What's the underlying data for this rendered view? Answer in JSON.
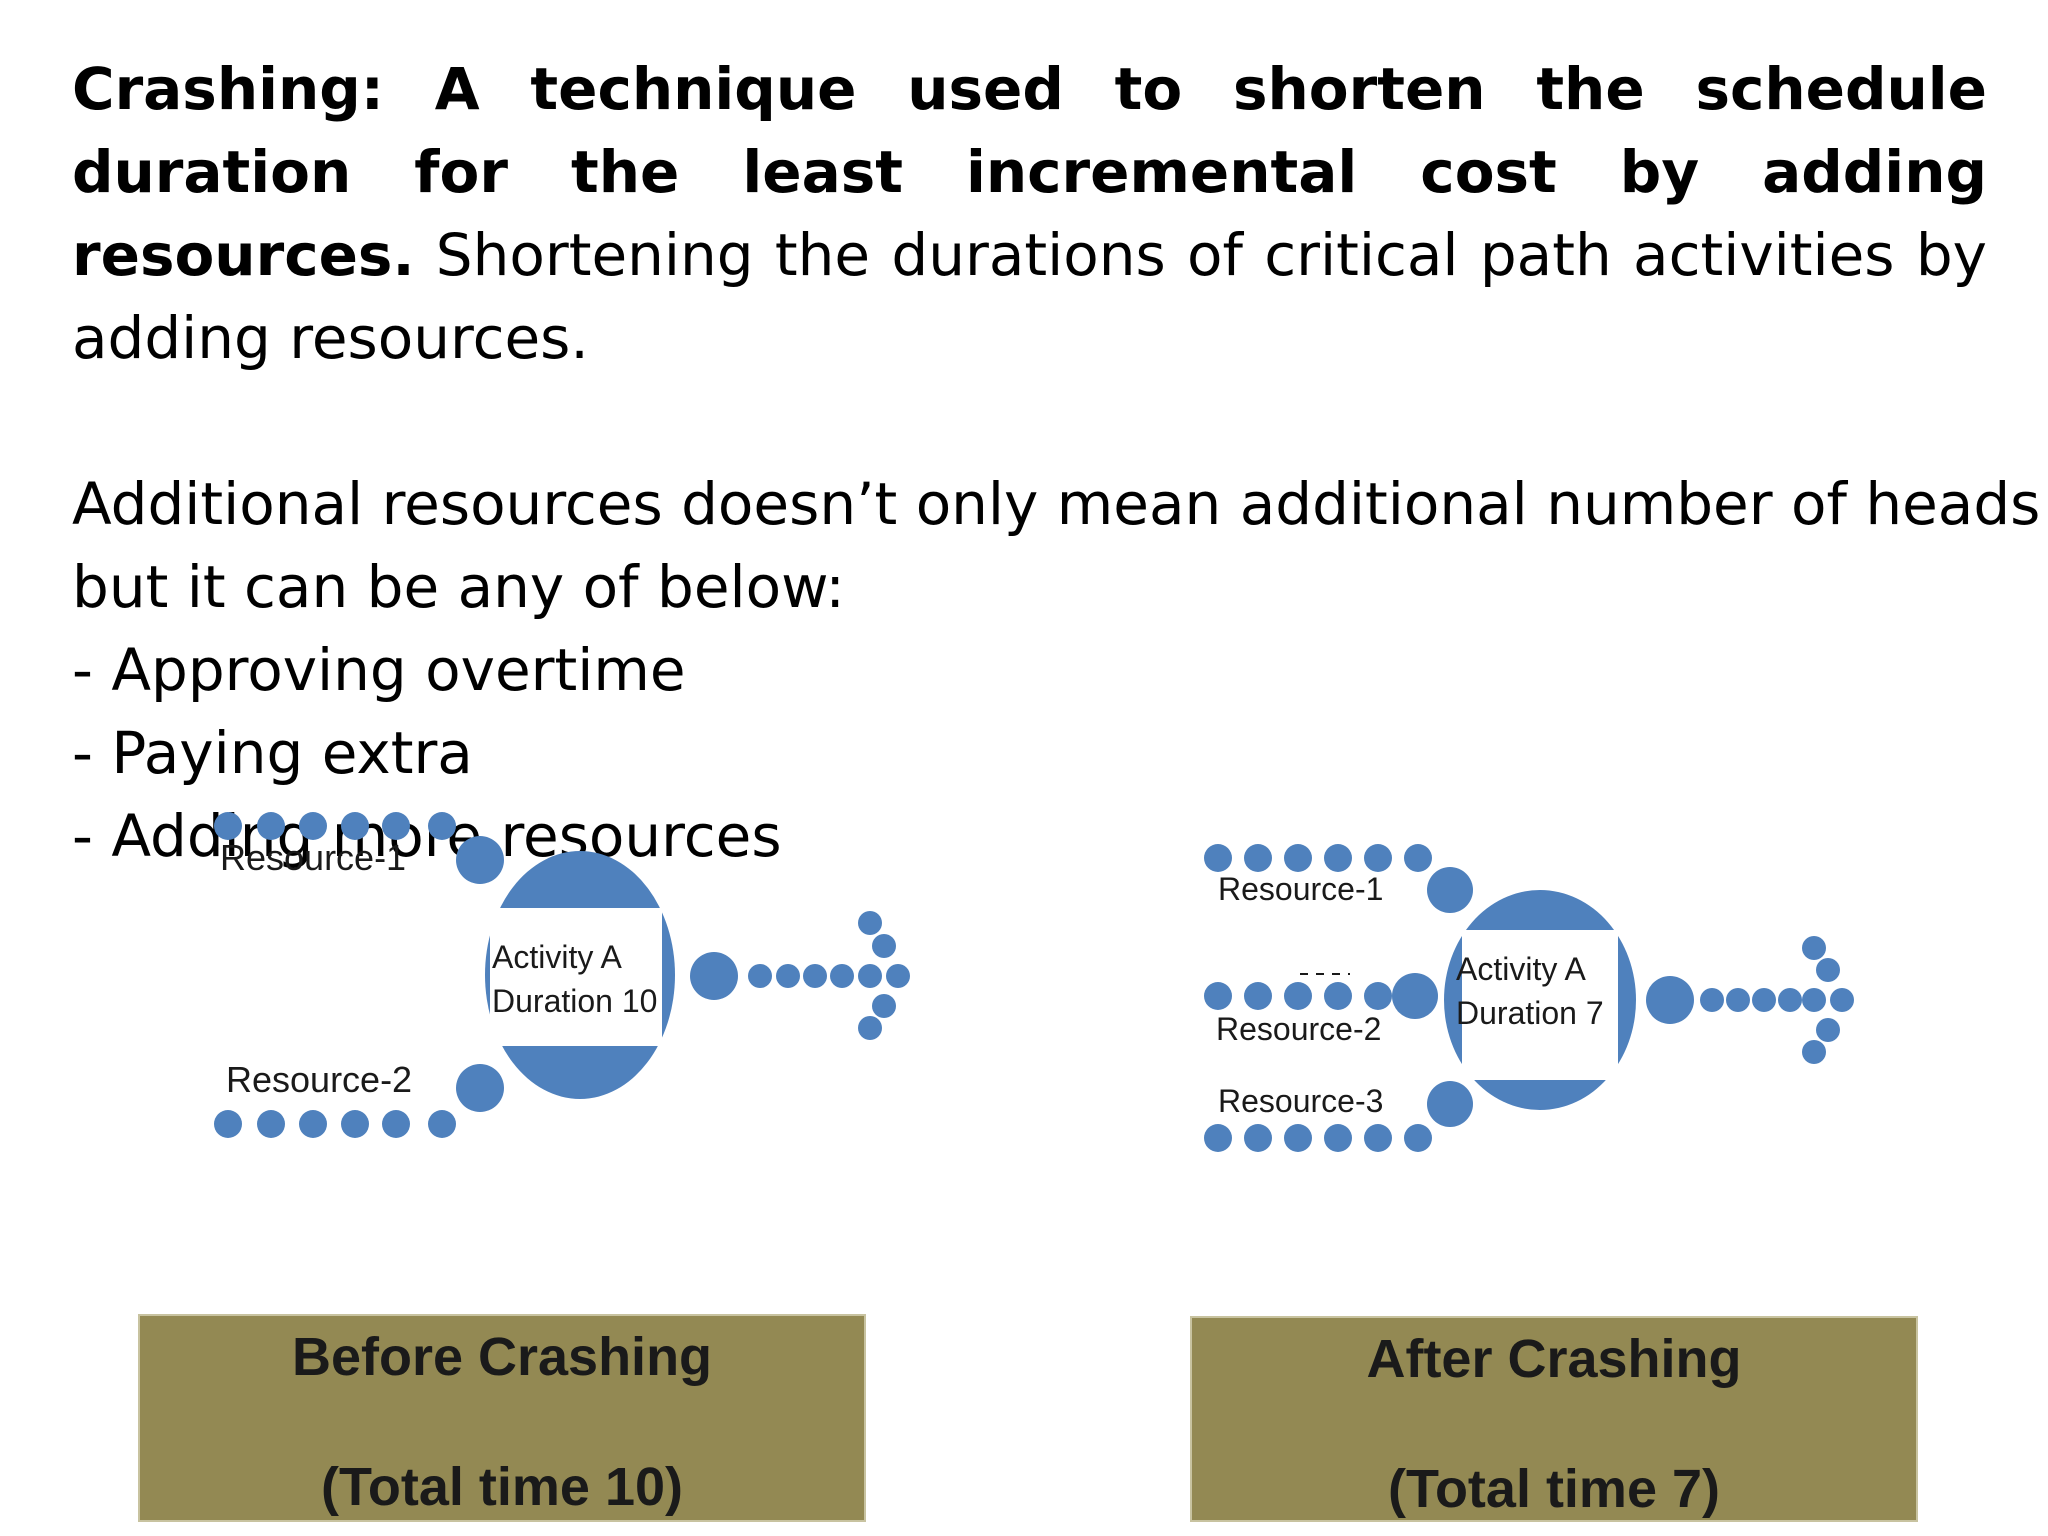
{
  "intro": {
    "bold": "Crashing: A technique used to shorten the schedule duration for the least incremental cost by adding resources.",
    "rest": " Shortening the durations of critical path activities by adding resources."
  },
  "additional": {
    "line1": "Additional resources doesn’t only mean additional number of heads",
    "line2": "but it can be any of below:",
    "items": [
      "- Approving overtime",
      "- Paying extra",
      "- Adding more resources"
    ]
  },
  "before": {
    "resource_labels": [
      "Resource-1",
      "Resource-2"
    ],
    "activity": "Activity A",
    "duration": "Duration 10",
    "caption_title": "Before Crashing",
    "caption_total": "(Total time 10)"
  },
  "after": {
    "resource_labels": [
      "Resource-1",
      "Resource-2",
      "Resource-3"
    ],
    "activity": "Activity A",
    "duration": "Duration 7",
    "caption_title": "After Crashing",
    "caption_total": "(Total time 7)"
  },
  "colors": {
    "dot": "#4f81bd",
    "caption_bg": "#938953"
  }
}
